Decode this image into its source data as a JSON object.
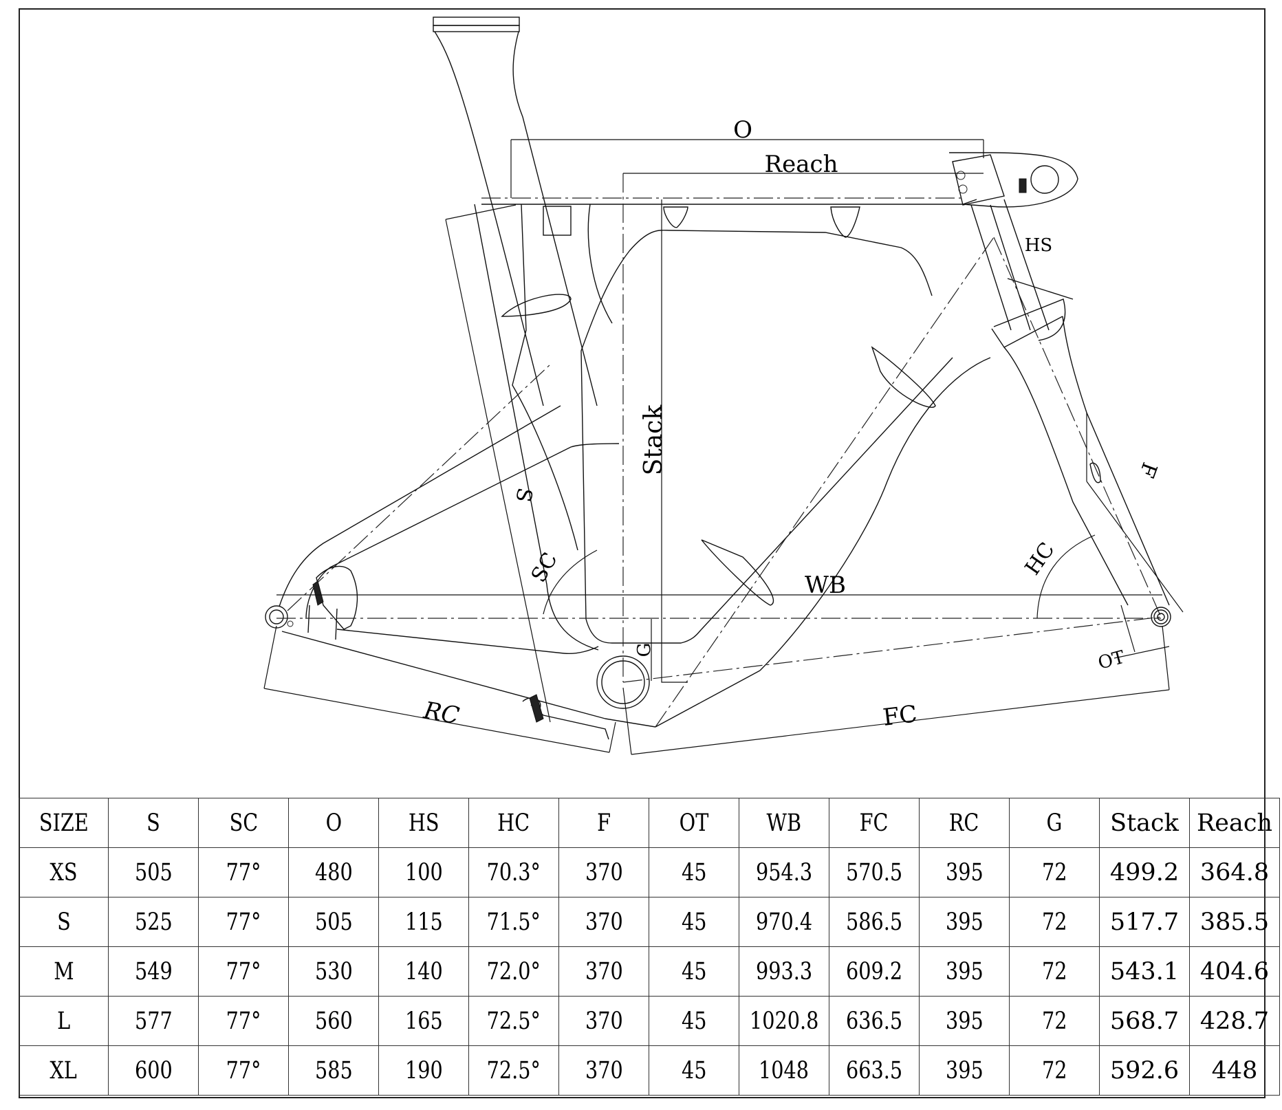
{
  "drawing": {
    "title": "Aero road bike frame geometry",
    "labels": {
      "o": "O",
      "reach": "Reach",
      "hs": "HS",
      "stack": "Stack",
      "s": "S",
      "sc": "SC",
      "f": "F",
      "hc": "HC",
      "wb": "WB",
      "g": "G",
      "ot": "OT",
      "rc": "RC",
      "fc": "FC"
    }
  },
  "table": {
    "columns": [
      "SIZE",
      "S",
      "SC",
      "O",
      "HS",
      "HC",
      "F",
      "OT",
      "WB",
      "FC",
      "RC",
      "G",
      "Stack",
      "Reach"
    ],
    "rows": [
      [
        "XS",
        "505",
        "77°",
        "480",
        "100",
        "70.3°",
        "370",
        "45",
        "954.3",
        "570.5",
        "395",
        "72",
        "499.2",
        "364.8"
      ],
      [
        "S",
        "525",
        "77°",
        "505",
        "115",
        "71.5°",
        "370",
        "45",
        "970.4",
        "586.5",
        "395",
        "72",
        "517.7",
        "385.5"
      ],
      [
        "M",
        "549",
        "77°",
        "530",
        "140",
        "72.0°",
        "370",
        "45",
        "993.3",
        "609.2",
        "395",
        "72",
        "543.1",
        "404.6"
      ],
      [
        "L",
        "577",
        "77°",
        "560",
        "165",
        "72.5°",
        "370",
        "45",
        "1020.8",
        "636.5",
        "395",
        "72",
        "568.7",
        "428.7"
      ],
      [
        "XL",
        "600",
        "77°",
        "585",
        "190",
        "72.5°",
        "370",
        "45",
        "1048",
        "663.5",
        "395",
        "72",
        "592.6",
        "448"
      ]
    ]
  }
}
